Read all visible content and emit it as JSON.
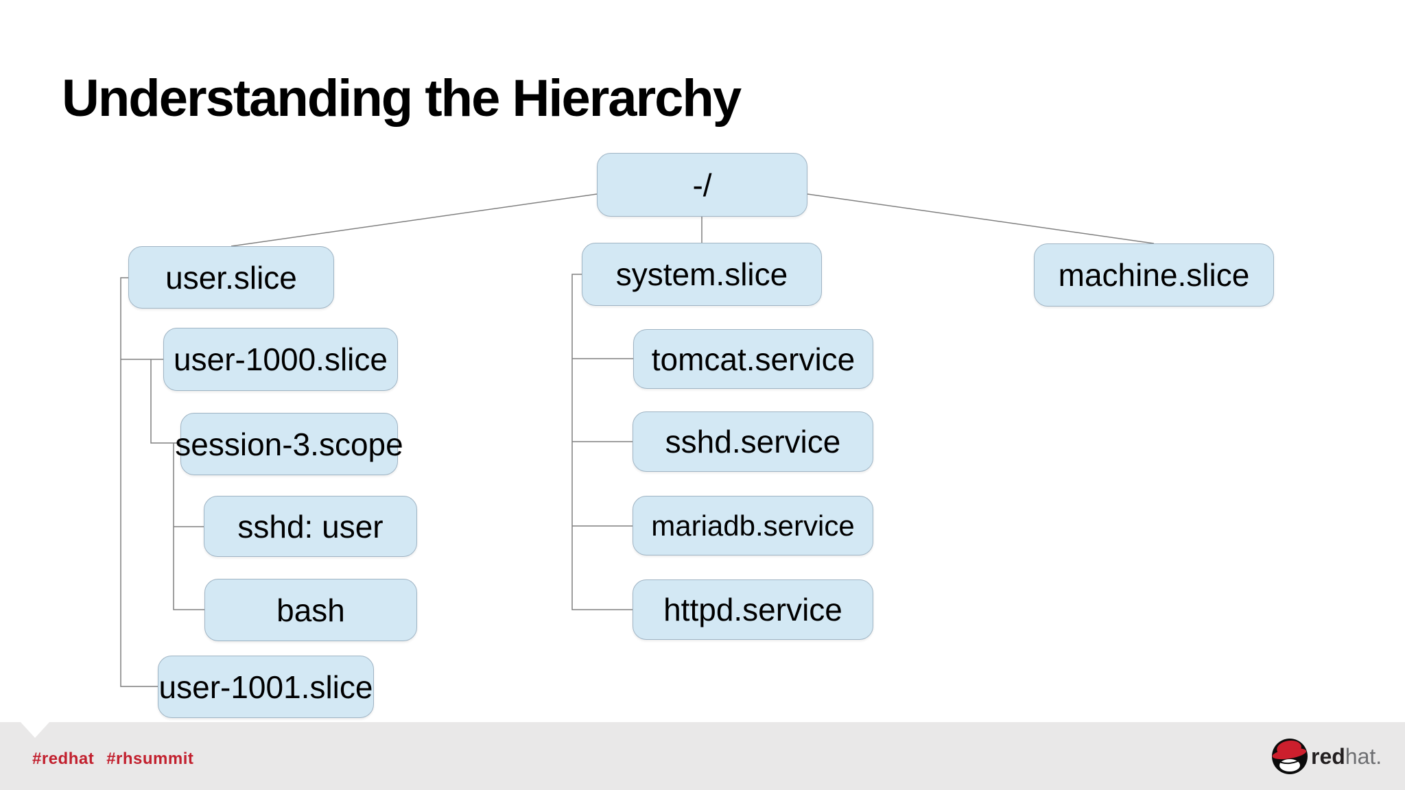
{
  "title": "Understanding the Hierarchy",
  "tree": {
    "nodes": [
      {
        "id": "root",
        "label": "-/"
      },
      {
        "id": "user-slice",
        "label": "user.slice"
      },
      {
        "id": "user-1000-slice",
        "label": "user-1000.slice"
      },
      {
        "id": "session-3-scope",
        "label": "session-3.scope"
      },
      {
        "id": "sshd-user",
        "label": "sshd: user"
      },
      {
        "id": "bash",
        "label": "bash"
      },
      {
        "id": "user-1001-slice",
        "label": "user-1001.slice"
      },
      {
        "id": "system-slice",
        "label": "system.slice"
      },
      {
        "id": "tomcat-service",
        "label": "tomcat.service"
      },
      {
        "id": "sshd-service",
        "label": "sshd.service"
      },
      {
        "id": "mariadb-service",
        "label": "mariadb.service"
      },
      {
        "id": "httpd-service",
        "label": "httpd.service"
      },
      {
        "id": "machine-slice",
        "label": "machine.slice"
      }
    ],
    "hierarchy": {
      "-/": [
        "user.slice",
        "system.slice",
        "machine.slice"
      ],
      "user.slice": [
        "user-1000.slice",
        "user-1001.slice"
      ],
      "user-1000.slice": [
        "session-3.scope"
      ],
      "session-3.scope": [
        "sshd: user",
        "bash"
      ],
      "system.slice": [
        "tomcat.service",
        "sshd.service",
        "mariadb.service",
        "httpd.service"
      ],
      "machine.slice": []
    }
  },
  "footer": {
    "hashtag_redhat": "#redhat",
    "hashtag_rhsummit": "#rhsummit",
    "logo": {
      "bold": "red",
      "light": "hat."
    }
  },
  "colors": {
    "node_fill": "#d3e8f4",
    "node_border": "#9fb4c4",
    "connector_gray": "#7f7f7f",
    "footer_bg": "#e9e8e8",
    "hashtag_red": "#c2202e",
    "logo_red": "#cc1f2d",
    "title_color": "#000000"
  }
}
